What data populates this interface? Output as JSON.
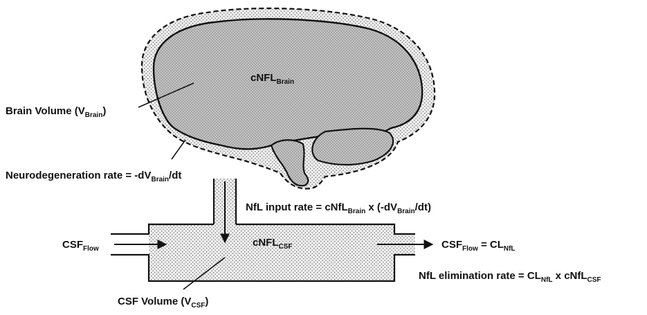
{
  "labels": {
    "brain_conc": {
      "main": "cNFL",
      "sub": "Brain"
    },
    "brain_volume": {
      "pre": "Brain Volume (V",
      "sub": "Brain",
      "post": ")"
    },
    "neurodegeneration": {
      "pre": "Neurodegeneration rate = -dV",
      "sub": "Brain",
      "post": "/dt"
    },
    "input_rate": {
      "pre": "NfL input rate = cNfL",
      "sub1": "Brain",
      "mid": " x (-dV",
      "sub2": "Brain",
      "post": "/dt)"
    },
    "csf_conc": {
      "main": "cNFL",
      "sub": "CSF"
    },
    "csf_flow_in": {
      "main": "CSF",
      "sub": "Flow"
    },
    "csf_flow_out": {
      "main": "CSF",
      "sub1": "Flow",
      "mid": " = CL",
      "sub2": "NfL"
    },
    "elimination": {
      "pre": "NfL elimination rate = CL",
      "sub1": "NfL",
      "mid": " x cNfL",
      "sub2": "CSF"
    },
    "csf_volume": {
      "pre": "CSF Volume (V",
      "sub": "CSF",
      "post": ")"
    }
  },
  "colors": {
    "stroke": "#111111",
    "fill": "#bdbdbd",
    "dots": "#7a7a7a",
    "background": "#ffffff"
  }
}
